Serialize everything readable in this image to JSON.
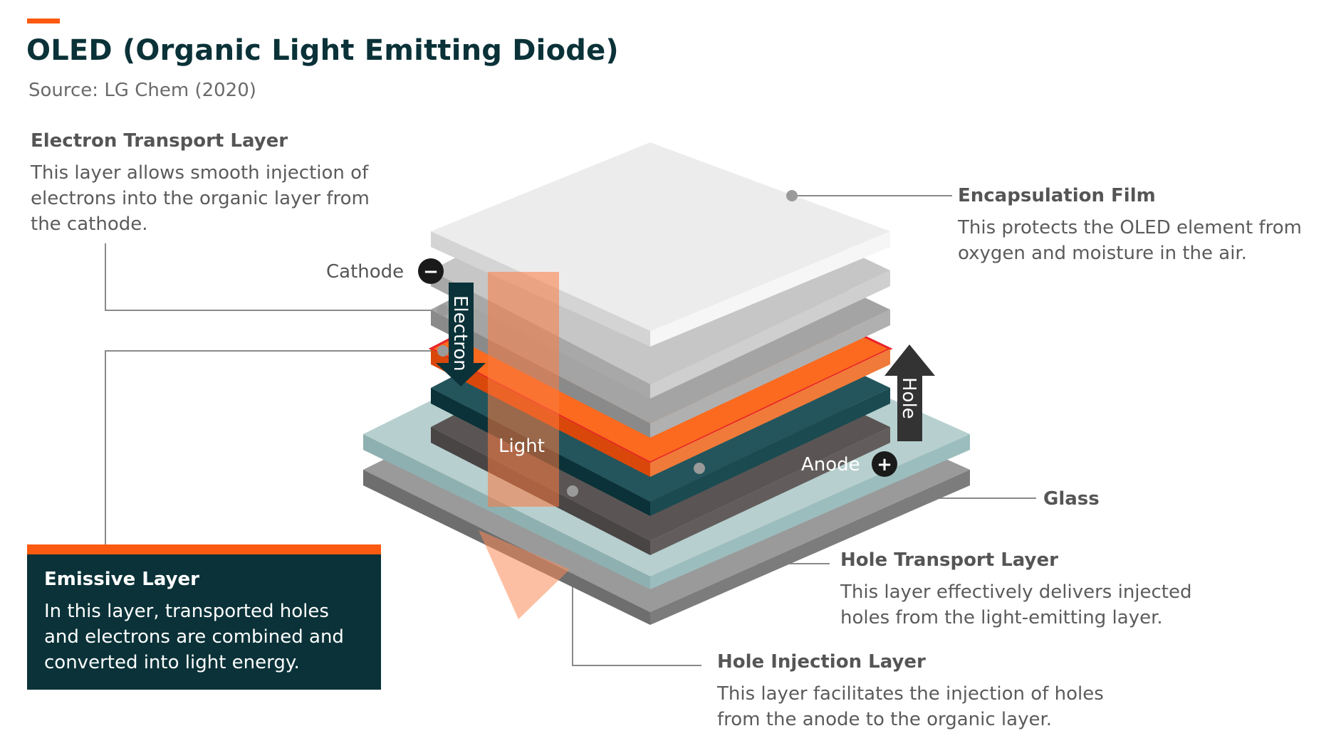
{
  "header": {
    "title": "OLED (Organic Light Emitting Diode)",
    "source": "Source: LG Chem (2020)"
  },
  "colors": {
    "accent": "#fb5a10",
    "dark_teal": "#0a3238",
    "glass": "#9cbdbd"
  },
  "diagram_labels": {
    "cathode": "Cathode",
    "anode": "Anode",
    "electron": "Electron",
    "hole": "Hole",
    "light": "Light",
    "minus": "−",
    "plus": "+"
  },
  "callouts": {
    "electron_transport": {
      "title": "Electron Transport Layer",
      "lines": [
        "This layer allows smooth injection of",
        "electrons into the organic layer from",
        "the cathode."
      ]
    },
    "encapsulation": {
      "title": "Encapsulation Film",
      "lines": [
        "This protects the OLED element from",
        "oxygen and moisture in the air."
      ]
    },
    "glass": {
      "title": "Glass"
    },
    "hole_transport": {
      "title": "Hole Transport Layer",
      "lines": [
        "This layer effectively delivers injected",
        "holes from the light-emitting layer."
      ]
    },
    "hole_injection": {
      "title": "Hole Injection Layer",
      "lines": [
        "This layer facilitates the injection of holes",
        "from the anode to the organic layer."
      ]
    },
    "emissive": {
      "title": "Emissive Layer",
      "lines": [
        "In this layer, transported holes",
        "and electrons are combined and",
        "converted into light energy."
      ]
    }
  }
}
